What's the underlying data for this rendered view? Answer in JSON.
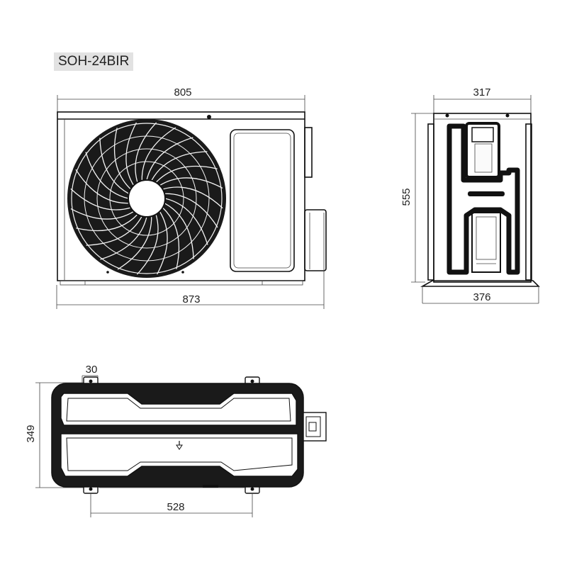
{
  "model": "SOH-24BIR",
  "front_view": {
    "top_width": "805",
    "bottom_width": "873"
  },
  "side_view": {
    "depth": "317",
    "height": "555",
    "base_depth": "376"
  },
  "top_view": {
    "foot_offset": "30",
    "depth": "349",
    "foot_spacing": "528"
  }
}
